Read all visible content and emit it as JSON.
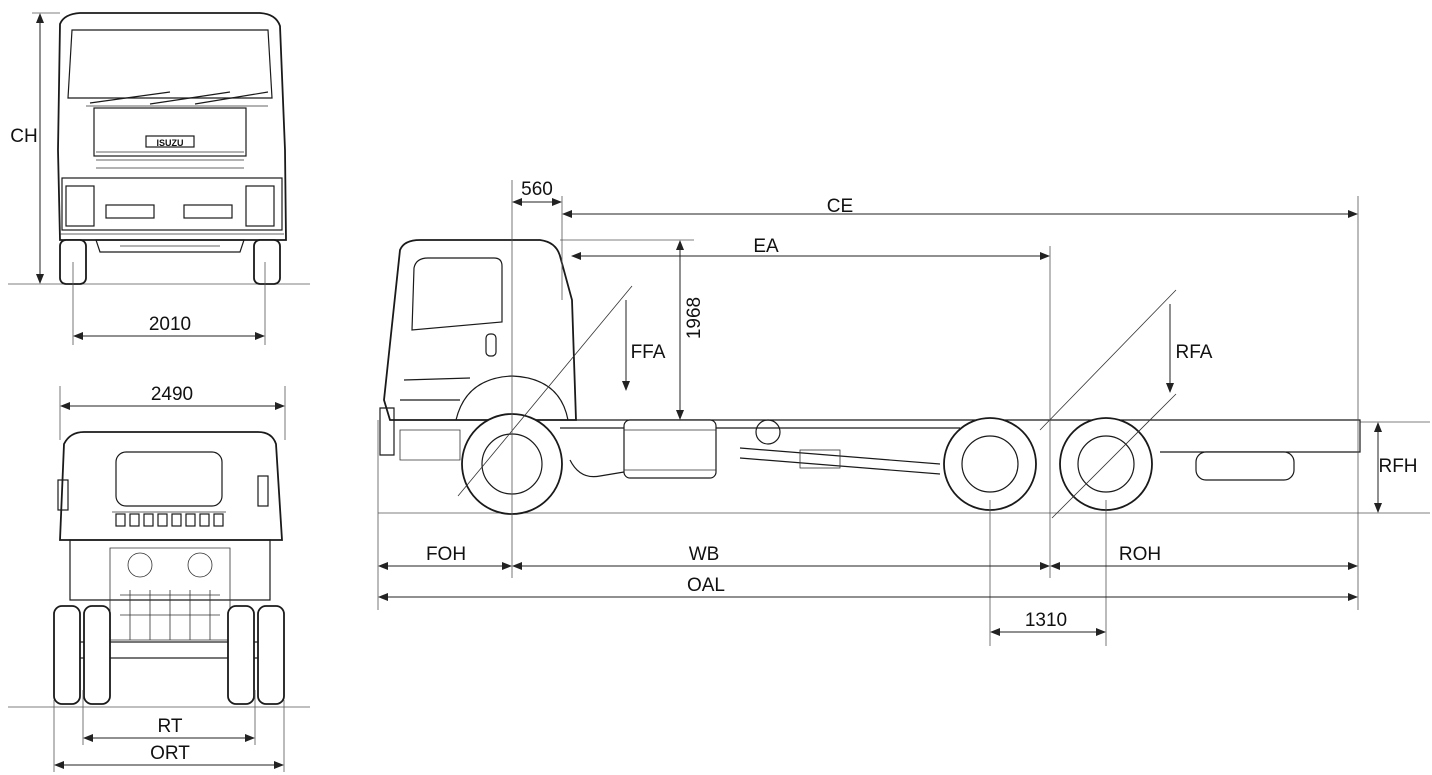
{
  "front_view": {
    "brand": "ISUZU",
    "dims": {
      "height": "CH",
      "track": "2010"
    }
  },
  "rear_view": {
    "dims": {
      "width": "2490",
      "rear_track": "RT",
      "overall_rear_track": "ORT"
    }
  },
  "side_view": {
    "dims": {
      "cab_offset": "560",
      "cab_end": "CE",
      "ea": "EA",
      "height": "1968",
      "ffa": "FFA",
      "rfa": "RFA",
      "rfh": "RFH",
      "front_overhang": "FOH",
      "wheelbase": "WB",
      "rear_overhang": "ROH",
      "overall_length": "OAL",
      "tandem_spacing": "1310"
    }
  },
  "colors": {
    "line": "#1a1a1a",
    "background": "#ffffff"
  }
}
